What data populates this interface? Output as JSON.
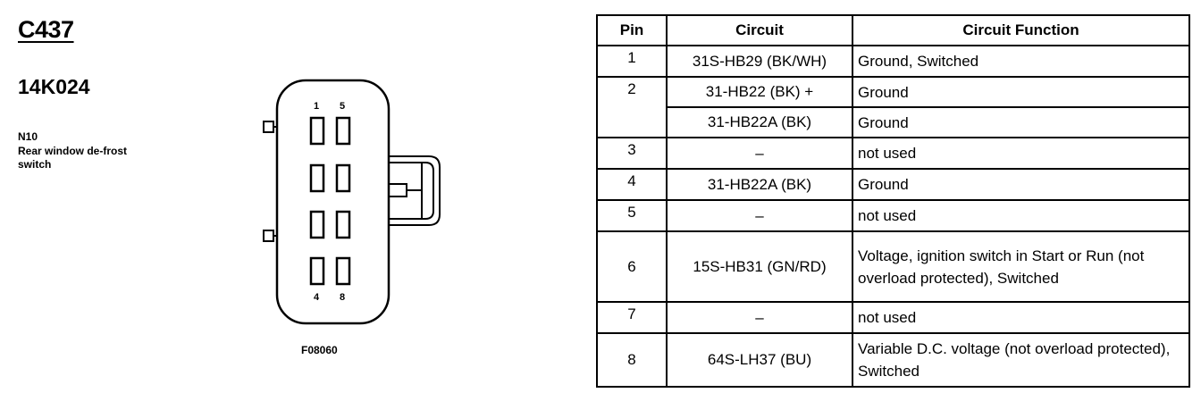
{
  "connector": {
    "id": "C437",
    "part_number": "14K024",
    "code": "N10",
    "description": "Rear window de-frost switch",
    "figure_code": "F08060"
  },
  "diagram": {
    "pin_labels": [
      "1",
      "5",
      "4",
      "8"
    ]
  },
  "table": {
    "headers": [
      "Pin",
      "Circuit",
      "Circuit Function"
    ],
    "rows": [
      {
        "pin": "1",
        "circuit": "31S-HB29 (BK/WH)",
        "function": "Ground, Switched"
      },
      {
        "pin": "2",
        "circuit": "31-HB22 (BK) +",
        "function": "Ground"
      },
      {
        "pin": "",
        "circuit": "31-HB22A (BK)",
        "function": "Ground"
      },
      {
        "pin": "3",
        "circuit": "–",
        "function": "not used"
      },
      {
        "pin": "4",
        "circuit": "31-HB22A (BK)",
        "function": "Ground"
      },
      {
        "pin": "5",
        "circuit": "–",
        "function": "not used"
      },
      {
        "pin": "6",
        "circuit": "15S-HB31 (GN/RD)",
        "function": "Voltage, ignition switch in Start or Run (not overload protected), Switched"
      },
      {
        "pin": "7",
        "circuit": "–",
        "function": "not used"
      },
      {
        "pin": "8",
        "circuit": "64S-LH37 (BU)",
        "function": "Variable D.C. voltage (not overload protected), Switched"
      }
    ]
  }
}
